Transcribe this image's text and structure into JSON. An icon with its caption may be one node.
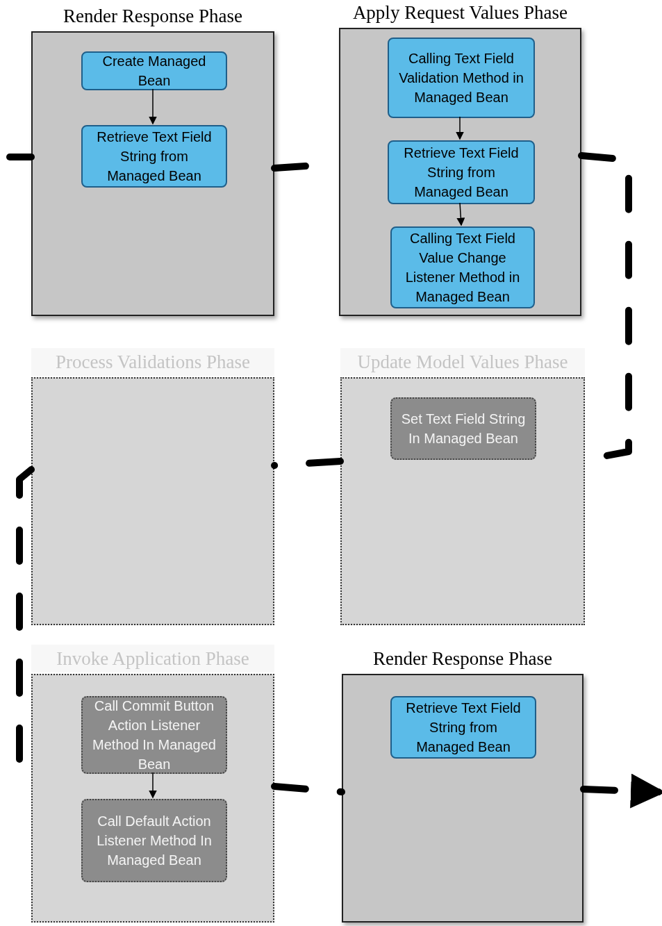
{
  "diagram": {
    "nodes": [
      {
        "text": [
          "Render Response Phase"
        ]
      },
      {
        "text": [
          "Create Managed Bean"
        ],
        "in": 0
      },
      {
        "text": [
          "Retrieve Text Field String from Managed Bean"
        ],
        "in": 0
      },
      {
        "text": [
          "Apply Request Values Phase"
        ]
      },
      {
        "text": [
          "Calling Text Field Validation Method in Managed Bean"
        ],
        "in": 3
      },
      {
        "text": [
          "Retrieve Text Field String from Managed Bean"
        ],
        "in": 3
      },
      {
        "text": [
          "Calling Text Field Value Change Listener Method in Managed Bean"
        ],
        "in": 3
      },
      {
        "text": [
          "Process Validations Phase"
        ]
      },
      {
        "text": [
          "Update Model Values Phase"
        ]
      },
      {
        "text": [
          "Set Text Field String In Managed Bean"
        ],
        "in": 8
      },
      {
        "text": [
          "Invoke Application Phase"
        ]
      },
      {
        "text": [
          "Call Commit Button Action Listener Method In Managed Bean"
        ],
        "in": 10
      },
      {
        "text": [
          "Call Default Action Listener Method In Managed Bean"
        ],
        "in": 10
      },
      {
        "text": [
          "Render Response Phase"
        ]
      },
      {
        "text": [
          "Retrieve Text Field String from Managed Bean"
        ],
        "in": 13
      }
    ],
    "edges": [
      {
        "from": 1,
        "to": 2,
        "arrow": "to"
      },
      {
        "from": 4,
        "to": 5,
        "arrow": "to"
      },
      {
        "from": 5,
        "to": 6,
        "arrow": "to"
      },
      {
        "from": 11,
        "to": 12,
        "arrow": "to"
      },
      {
        "from": null,
        "to": 0,
        "arrow": "none",
        "style": "dashed"
      },
      {
        "from": 0,
        "to": 3,
        "arrow": "none",
        "style": "dashed"
      },
      {
        "from": 3,
        "to": 8,
        "arrow": "none",
        "style": "dashed"
      },
      {
        "from": 8,
        "to": 7,
        "arrow": "none",
        "style": "dashed"
      },
      {
        "from": 7,
        "to": 10,
        "arrow": "none",
        "style": "dashed"
      },
      {
        "from": 10,
        "to": 13,
        "arrow": "none",
        "style": "dashed"
      },
      {
        "from": 13,
        "to": null,
        "arrow": "to",
        "style": "dashed"
      }
    ]
  }
}
